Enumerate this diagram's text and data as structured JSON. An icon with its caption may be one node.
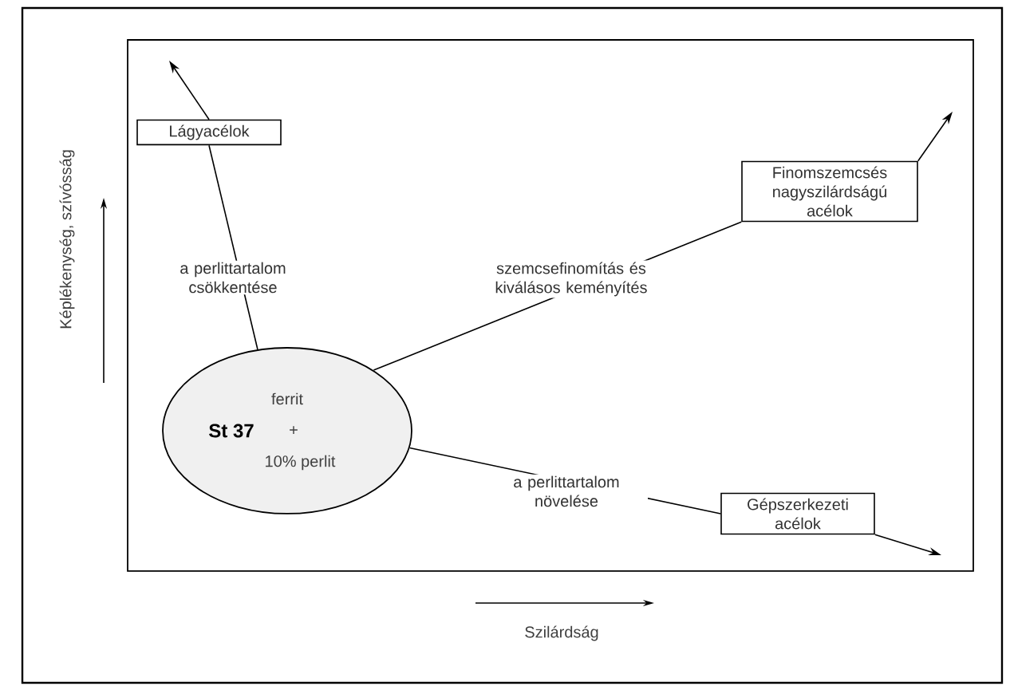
{
  "diagram": {
    "nodes": [
      {
        "text": [
          "ferrit",
          "St 37",
          "+",
          "10% perlit"
        ]
      },
      {
        "text": [
          "Lágyacélok"
        ]
      },
      {
        "text": [
          "Finomszemcsés nagyszilárdságú acélok"
        ]
      },
      {
        "text": [
          "Gépszerkezeti acélok"
        ]
      }
    ],
    "edges": [
      {
        "from": 0,
        "to": 1,
        "arrow": "none",
        "label": "a perlittartalom csökkentése"
      },
      {
        "from": 1,
        "to": null,
        "arrow": "to"
      },
      {
        "from": 0,
        "to": 2,
        "arrow": "none",
        "label": "szemcsefinomítás és kiválásos keményítés"
      },
      {
        "from": 2,
        "to": null,
        "arrow": "to"
      },
      {
        "from": 0,
        "to": 3,
        "arrow": "none",
        "label": "a perlittartalom növelése"
      },
      {
        "from": 3,
        "to": null,
        "arrow": "to"
      }
    ],
    "labels": [
      "Képlékenység, szívósság",
      "Szilárdság"
    ]
  }
}
